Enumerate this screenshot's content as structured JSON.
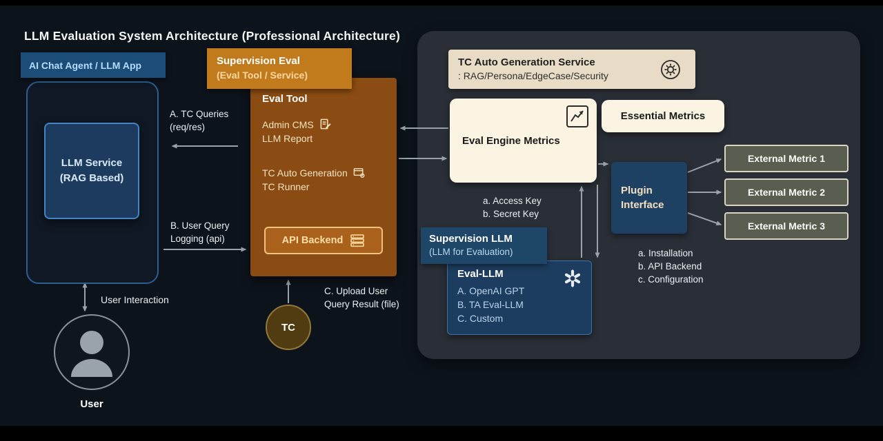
{
  "title": "LLM Evaluation System Architecture (Professional Architecture)",
  "left_app": {
    "header": "AI Chat Agent / LLM App",
    "llm_service": "LLM Service\n(RAG Based)",
    "user_interaction": "User Interaction",
    "user": "User"
  },
  "eval_tool": {
    "header_title": "Supervision Eval",
    "header_sub": "(Eval Tool / Service)",
    "title": "Eval Tool",
    "admin_cms": "Admin CMS",
    "llm_report": "LLM Report",
    "tc_auto_generation": "TC Auto Generation",
    "tc_runner": "TC Runner",
    "api_backend": "API Backend",
    "tc_badge": "TC"
  },
  "flows": {
    "a": "A. TC Queries\n(req/res)",
    "b": "B. User Query\nLogging (api)",
    "c": "C. Upload User\nQuery Result (file)"
  },
  "eval_service": {
    "tc_service_title": "TC Auto Generation Service",
    "tc_service_sub": ": RAG/Persona/EdgeCase/Security",
    "eval_engine": "Eval Engine Metrics",
    "essential": "Essential Metrics",
    "keys": "a. Access Key\nb. Secret Key",
    "supervision_title": "Supervision LLM",
    "supervision_sub": "(LLM for Evaluation)",
    "eval_llm_title": "Eval-LLM",
    "eval_llm_items": [
      "A. OpenAI GPT",
      "B. TA Eval-LLM",
      "C. Custom"
    ],
    "plugin": "Plugin\nInterface",
    "plugin_notes": "a. Installation\nb. API Backend\nc. Configuration",
    "external_metrics": [
      "External Metric 1",
      "External Metric 2",
      "External Metric 3"
    ]
  },
  "colors": {
    "accent_orange": "#c17a1c",
    "accent_blue": "#1e4668",
    "cream": "#fbf4e3",
    "beige": "#e8dcc6",
    "panel": "#2a2f37",
    "arrow": "#9aa2ab"
  }
}
